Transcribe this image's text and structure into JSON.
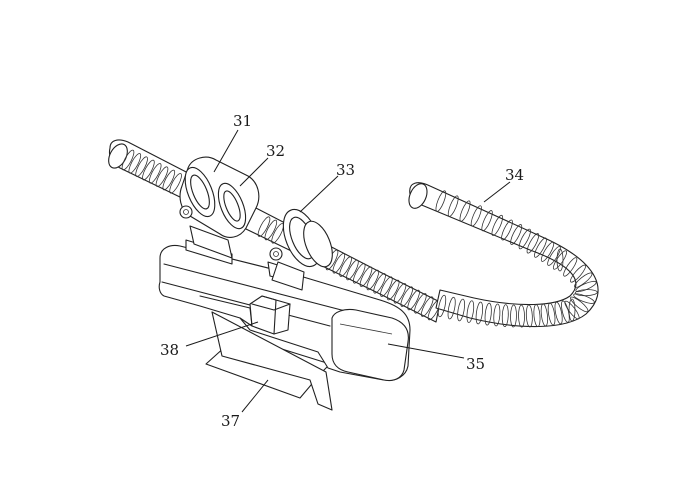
{
  "labels": {
    "l31": "31",
    "l32": "32",
    "l33": "33",
    "l34": "34",
    "l35": "35",
    "l37": "37",
    "l38": "38"
  }
}
